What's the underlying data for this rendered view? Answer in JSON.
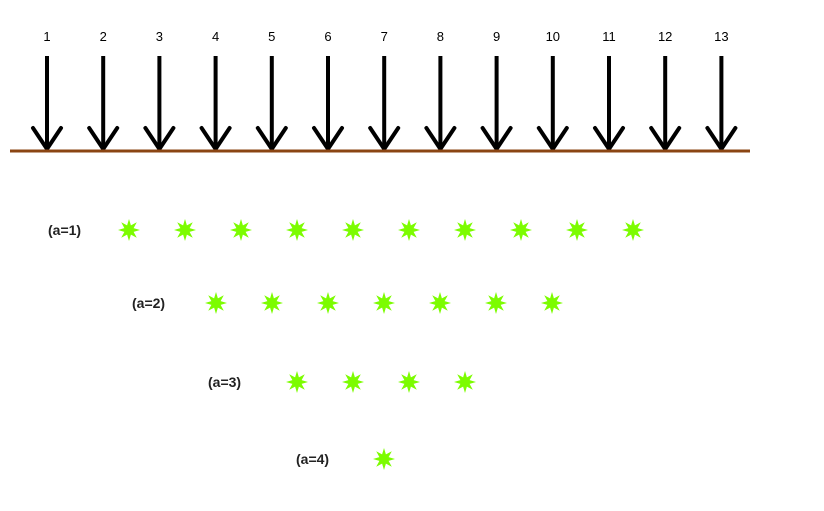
{
  "arrows": {
    "labels": [
      "1",
      "2",
      "3",
      "4",
      "5",
      "6",
      "7",
      "8",
      "9",
      "10",
      "11",
      "12",
      "13"
    ],
    "arrow_color": "#000000",
    "baseline_color": "#8B4513"
  },
  "rows": [
    {
      "label": "(a=1)",
      "star_count": 10
    },
    {
      "label": "(a=2)",
      "star_count": 7
    },
    {
      "label": "(a=3)",
      "star_count": 4
    },
    {
      "label": "(a=4)",
      "star_count": 1
    }
  ],
  "star_color": "#7CFC00",
  "star_icon": "green-star-burst-icon"
}
